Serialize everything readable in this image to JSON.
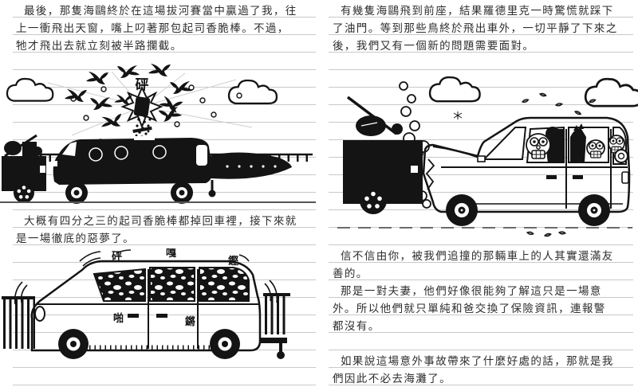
{
  "book": {
    "colors": {
      "paper": "#ffffff",
      "rule_line": "#c9c9c9",
      "ink": "#2e2e2e",
      "art": "#141414"
    },
    "pages": {
      "left": {
        "p1": {
          "lines": [
            "最後，那隻海鷗終於在這場拔河賽當中贏過了我，往",
            "上一衝飛出天窗，嘴上叼著那包起司香脆棒。不過，",
            "牠才飛出去就立刻被半路攔截。"
          ]
        },
        "p2": {
          "lines": [
            "大概有四分之三的起司香脆棒都掉回車裡，接下來就",
            "是一場徹底的惡夢了。"
          ]
        },
        "illustration_seagulls": {
          "bang": "砰"
        },
        "illustration_shaking_van": {
          "sfx_top_left": "砰",
          "sfx_top_mid": "嘎",
          "sfx_top_right": "鏗",
          "sfx_mid_left": "啪",
          "sfx_mid_right": "鏘"
        }
      },
      "right": {
        "p1": {
          "lines": [
            "有幾隻海鷗飛到前座，結果羅德里克一時驚慌就踩下",
            "了油門。等到那些鳥終於飛出車外，一切平靜了下來之",
            "後，我們又有一個新的問題需要面對。"
          ]
        },
        "p2": {
          "lines": [
            "信不信由你，被我們追撞的那輛車上的人其實還滿友",
            "善的。"
          ]
        },
        "p3": {
          "lines": [
            "那是一對夫妻，他們好像很能夠了解這只是一場意",
            "外。所以他們就只單純和爸交換了保險資訊，連報警",
            "都沒有。"
          ]
        },
        "p4": {
          "lines": [
            "如果說這場意外事故帶來了什麼好處的話，那就是我",
            "們因此不必去海灘了。"
          ]
        }
      }
    }
  }
}
